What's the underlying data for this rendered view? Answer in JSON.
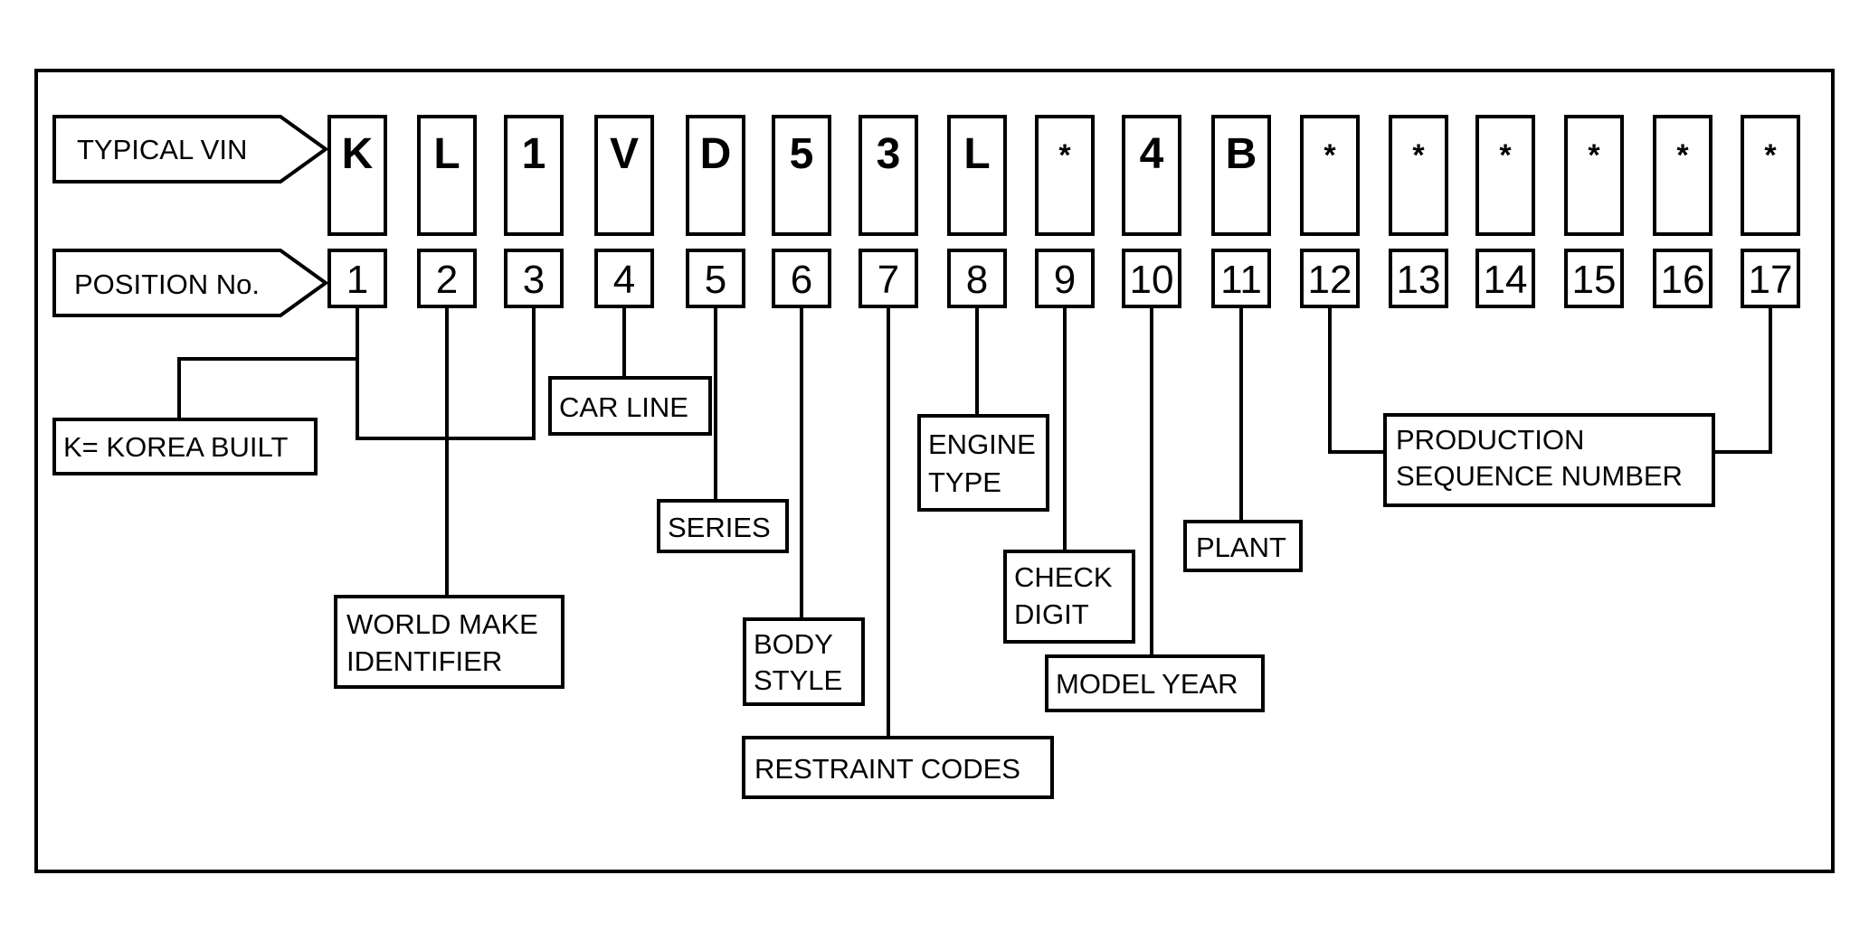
{
  "row_labels": {
    "typical_vin": "TYPICAL VIN",
    "position_no": "POSITION No."
  },
  "vin_chars": [
    "K",
    "L",
    "1",
    "V",
    "D",
    "5",
    "3",
    "L",
    "*",
    "4",
    "B",
    "*",
    "*",
    "*",
    "*",
    "*",
    "*"
  ],
  "positions": [
    "1",
    "2",
    "3",
    "4",
    "5",
    "6",
    "7",
    "8",
    "9",
    "10",
    "11",
    "12",
    "13",
    "14",
    "15",
    "16",
    "17"
  ],
  "callouts": {
    "korea_built": "K= KOREA BUILT",
    "world_make_identifier": [
      "WORLD MAKE",
      "IDENTIFIER"
    ],
    "car_line": "CAR LINE",
    "series": "SERIES",
    "body_style": [
      "BODY",
      "STYLE"
    ],
    "restraint_codes": "RESTRAINT CODES",
    "engine_type": [
      "ENGINE",
      "TYPE"
    ],
    "check_digit": [
      "CHECK",
      "DIGIT"
    ],
    "model_year": "MODEL YEAR",
    "plant": "PLANT",
    "production_sequence_number": [
      "PRODUCTION",
      "SEQUENCE NUMBER"
    ]
  }
}
